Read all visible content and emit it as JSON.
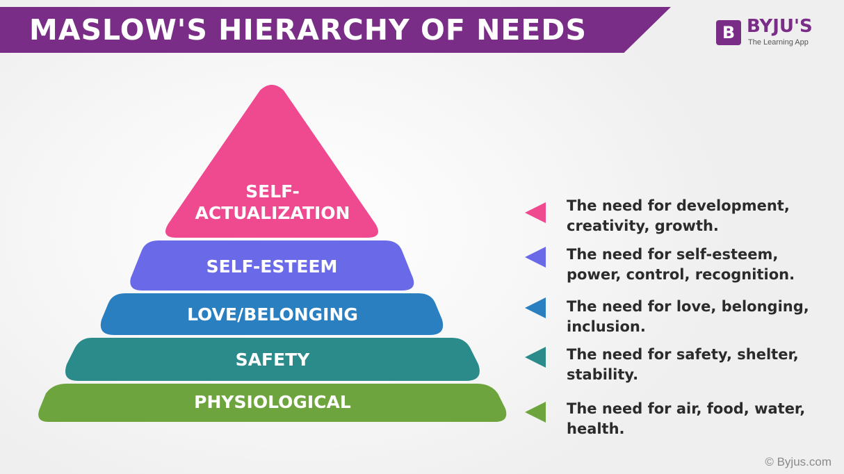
{
  "title": "MASLOW'S HIERARCHY OF NEEDS",
  "logo": {
    "letter": "B",
    "name": "BYJU'S",
    "tagline": "The Learning App"
  },
  "colors": {
    "banner": "#7a2d86",
    "self_actualization": "#ef4990",
    "self_esteem": "#6a6ae8",
    "love_belonging": "#2a7fc1",
    "safety": "#2b8a8a",
    "physiological": "#6ea43d"
  },
  "levels": [
    {
      "label_lines": [
        "SELF-",
        "ACTUALIZATION"
      ],
      "description_lines": [
        "The need for development,",
        "creativity, growth."
      ]
    },
    {
      "label_lines": [
        "SELF-ESTEEM"
      ],
      "description_lines": [
        "The need for self-esteem,",
        "power, control, recognition."
      ]
    },
    {
      "label_lines": [
        "LOVE/BELONGING"
      ],
      "description_lines": [
        "The need for love, belonging,",
        "inclusion."
      ]
    },
    {
      "label_lines": [
        "SAFETY"
      ],
      "description_lines": [
        "The need for safety, shelter,",
        "stability."
      ]
    },
    {
      "label_lines": [
        "PHYSIOLOGICAL"
      ],
      "description_lines": [
        "The need for air, food, water,",
        "health."
      ]
    }
  ],
  "copyright": "© Byjus.com"
}
